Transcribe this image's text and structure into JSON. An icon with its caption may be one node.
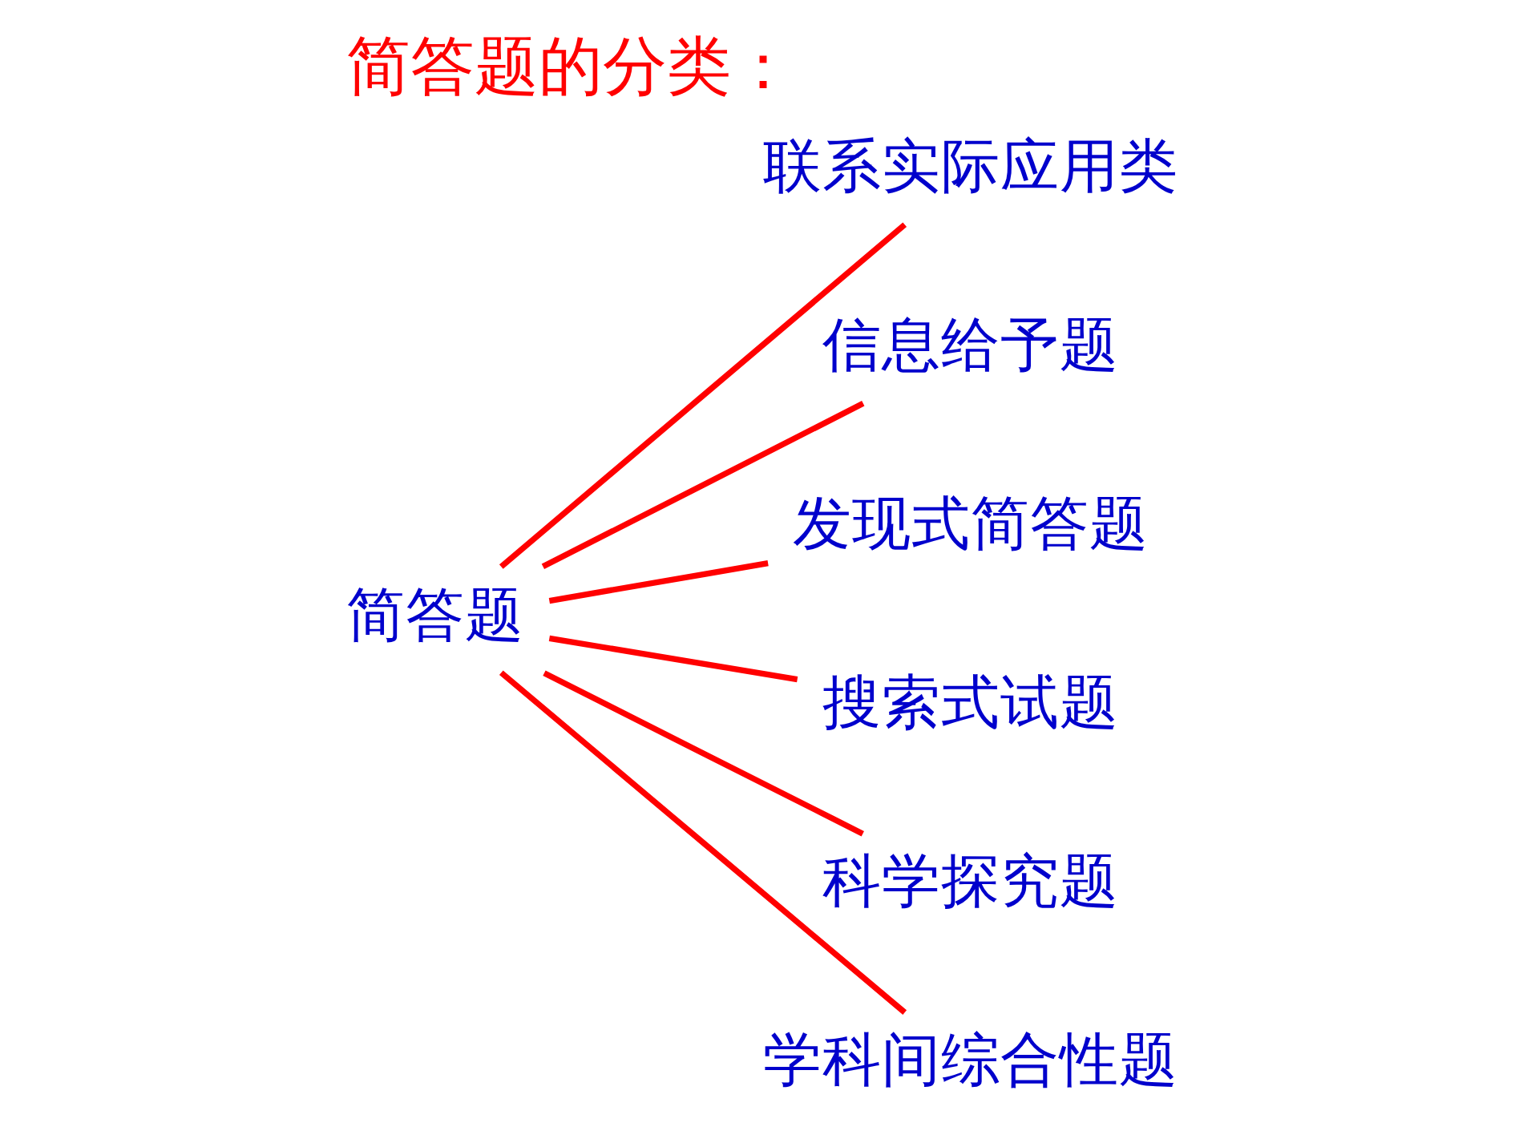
{
  "diagram": {
    "title": "简答题的分类：",
    "nodes": [
      {
        "text": [
          "简答题"
        ]
      },
      {
        "text": [
          "联系实际应用类"
        ]
      },
      {
        "text": [
          "信息给予题"
        ]
      },
      {
        "text": [
          "发现式简答题"
        ]
      },
      {
        "text": [
          "搜索式试题"
        ]
      },
      {
        "text": [
          "科学探究题"
        ]
      },
      {
        "text": [
          "学科间综合性题"
        ]
      }
    ],
    "edges": [
      {
        "from": 0,
        "to": 1,
        "arrow": "none"
      },
      {
        "from": 0,
        "to": 2,
        "arrow": "none"
      },
      {
        "from": 0,
        "to": 3,
        "arrow": "none"
      },
      {
        "from": 0,
        "to": 4,
        "arrow": "none"
      },
      {
        "from": 0,
        "to": 5,
        "arrow": "none"
      },
      {
        "from": 0,
        "to": 6,
        "arrow": "none"
      }
    ]
  }
}
